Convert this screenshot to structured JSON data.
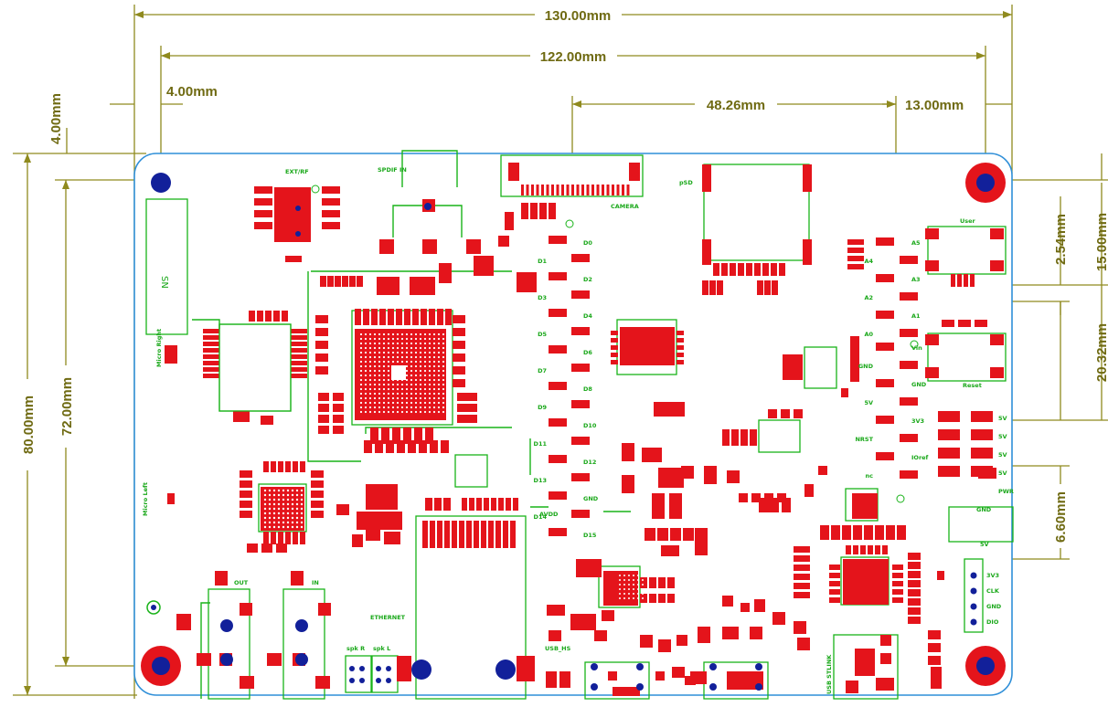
{
  "dimensions": {
    "board_width": "130.00mm",
    "hole_span_x": "122.00mm",
    "hole_offset_x": "4.00mm",
    "hole_offset_y": "4.00mm",
    "header_span": "48.26mm",
    "right_offset": "13.00mm",
    "board_height": "80.00mm",
    "hole_span_y": "72.00mm",
    "pitch": "2.54mm",
    "top_offset_right": "15.00mm",
    "header_offset": "20.32mm",
    "lower_offset": "6.60mm"
  },
  "silkscreen": {
    "ext_rf": "EXT/RF",
    "spdif_in": "SPDIF\nIN",
    "camera": "CAMERA",
    "psd": "pSD",
    "user": "User",
    "reset": "Reset",
    "sn": "SN",
    "micro_right": "Micro Right",
    "micro_left": "Micro Left",
    "out": "OUT",
    "in": "IN",
    "ethernet": "ETHERNET",
    "spk_r": "spk R",
    "spk_l": "spk L",
    "usb_hs": "USB_HS",
    "usb_stlink": "USB STLINK",
    "pwr": "PWR",
    "gnd_right": "GND",
    "v5_right": "5V",
    "avdd": "AVDD",
    "dig_pins": [
      "D0",
      "D1",
      "D2",
      "D3",
      "D4",
      "D5",
      "D6",
      "D7",
      "D8",
      "D9",
      "D10",
      "D11",
      "D12",
      "D13",
      "GND",
      "D14",
      "D15"
    ],
    "analog_pins": [
      "A5",
      "A4",
      "A3",
      "A2",
      "A1",
      "A0"
    ],
    "power_pins": [
      "Vin",
      "GND",
      "GND",
      "5V",
      "3V3",
      "NRST",
      "IOref",
      "nc"
    ],
    "v5_rail": [
      "5V",
      "5V",
      "5V",
      "5V"
    ],
    "swd_pins": [
      "3V3",
      "CLK",
      "GND",
      "DIO"
    ]
  },
  "colors": {
    "board_outline": "#2f8fd8",
    "pad": "#e4141b",
    "silk": "#19b319",
    "hole": "#12209a",
    "dimension": "#8f8a1e"
  }
}
